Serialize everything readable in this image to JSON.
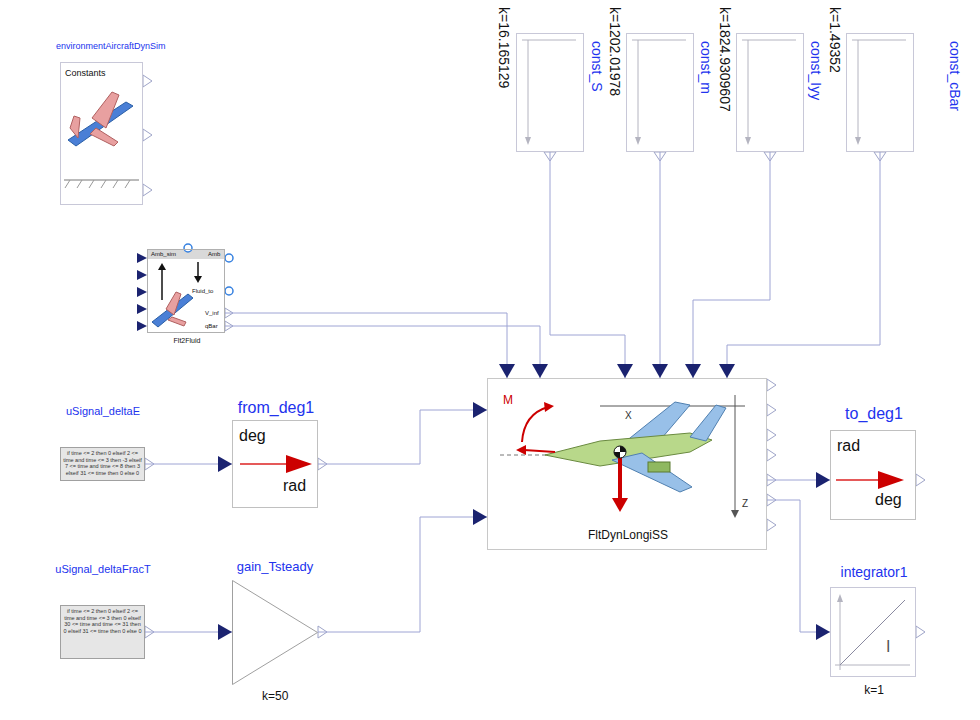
{
  "diagram": {
    "nodes": [
      {
        "text": [
          "environmentAircraftDynSim",
          "Constants"
        ]
      },
      {
        "text": [
          "Amb_sim",
          "Amb",
          "Fluid_to",
          "V_inf",
          "qBar",
          "Flt2Fluid"
        ]
      },
      {
        "text": [
          "k=16.165129",
          "const_S"
        ]
      },
      {
        "text": [
          "k=1202.01978",
          "const_m"
        ]
      },
      {
        "text": [
          "k=1824.9309607",
          "const_Iyy"
        ]
      },
      {
        "text": [
          "k=1.49352",
          "const_cBar"
        ]
      },
      {
        "text": [
          "uSignal_deltaE",
          "if time <= 2 then 0 elseif 2 <= time and time <= 3 then -3 elseif 7 <= time and time <= 8 then 3 elseif 31 <= time then 0 else 0"
        ]
      },
      {
        "text": [
          "from_deg1",
          "deg",
          "rad"
        ]
      },
      {
        "text": [
          "FltDynLongiSS"
        ]
      },
      {
        "text": [
          "to_deg1",
          "rad",
          "deg"
        ]
      },
      {
        "text": [
          "uSignal_deltaFracT",
          "if time <= 2 then 0 elseif 2 <= time and time <= 3 then 0 elseif 30 <= time and time <= 31 then 0 elseif 31 <= time then 0 else 0"
        ]
      },
      {
        "text": [
          "gain_Tsteady",
          "k=50"
        ]
      },
      {
        "text": [
          "integrator1",
          "I",
          "k=1"
        ]
      }
    ],
    "edges": [
      {
        "from": 1,
        "to": 8,
        "arrow": "to"
      },
      {
        "from": 1,
        "to": 8,
        "arrow": "to"
      },
      {
        "from": 2,
        "to": 8,
        "arrow": "to"
      },
      {
        "from": 3,
        "to": 8,
        "arrow": "to"
      },
      {
        "from": 4,
        "to": 8,
        "arrow": "to"
      },
      {
        "from": 5,
        "to": 8,
        "arrow": "to"
      },
      {
        "from": 6,
        "to": 7,
        "arrow": "to"
      },
      {
        "from": 7,
        "to": 8,
        "arrow": "to"
      },
      {
        "from": 10,
        "to": 11,
        "arrow": "to"
      },
      {
        "from": 11,
        "to": 8,
        "arrow": "to"
      },
      {
        "from": 8,
        "to": 9,
        "arrow": "to"
      },
      {
        "from": 8,
        "to": 12,
        "arrow": "to"
      }
    ],
    "labels": [
      "M",
      "X",
      "Z"
    ]
  }
}
